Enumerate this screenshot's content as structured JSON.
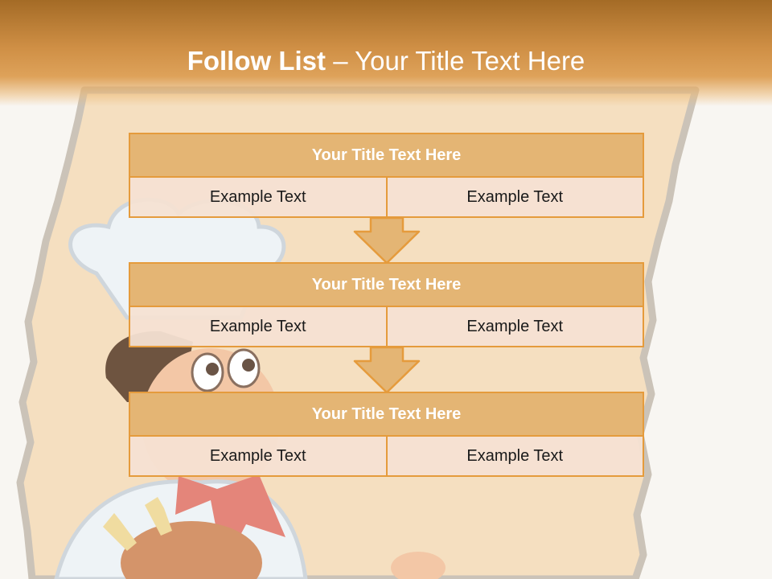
{
  "slide": {
    "title_bold": "Follow List",
    "title_rest": " – Your Title Text Here"
  },
  "blocks": [
    {
      "title": "Your Title Text Here",
      "left": "Example Text",
      "right": "Example Text"
    },
    {
      "title": "Your Title Text Here",
      "left": "Example Text",
      "right": "Example Text"
    },
    {
      "title": "Your Title Text Here",
      "left": "Example Text",
      "right": "Example Text"
    }
  ],
  "colors": {
    "header": "#cf8f45",
    "block_title_fill": "#e4b574",
    "block_border": "#e59b3c",
    "cell_fill": "#f5e1d2",
    "arrow_fill": "#e4b574"
  },
  "icons": [
    "down-arrow-icon",
    "chef-illustration"
  ]
}
